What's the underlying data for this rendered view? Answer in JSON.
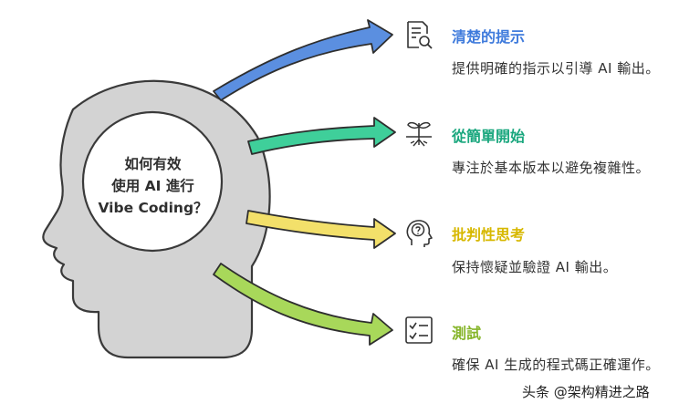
{
  "center": {
    "line1": "如何有效",
    "line2": "使用 AI 進行",
    "line3": "Vibe Coding？"
  },
  "items": [
    {
      "title": "清楚的提示",
      "description": "提供明確的指示以引導 AI 輸出。",
      "icon": "document-search-icon",
      "color": "#3f7bdc",
      "arrow_color": "#5b8fe0"
    },
    {
      "title": "從簡單開始",
      "description": "專注於基本版本以避免複雜性。",
      "icon": "sprout-icon",
      "color": "#1aa77e",
      "arrow_color": "#3fcf9a"
    },
    {
      "title": "批判性思考",
      "description": "保持懷疑並驗證 AI 輸出。",
      "icon": "head-question-icon",
      "color": "#d7b800",
      "arrow_color": "#f3e06a"
    },
    {
      "title": "測試",
      "description": "確保 AI 生成的程式碼正確運作。",
      "icon": "checklist-icon",
      "color": "#86b52a",
      "arrow_color": "#a8d85a"
    }
  ],
  "watermark": {
    "text": "头条 @架构精进之路"
  }
}
